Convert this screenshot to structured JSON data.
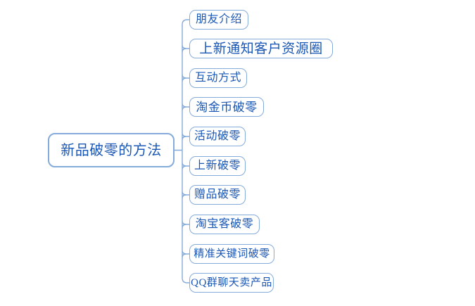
{
  "diagram": {
    "type": "mindmap",
    "root": {
      "label": "新品破零的方法"
    },
    "children": [
      {
        "label": "朋友介绍"
      },
      {
        "label": "上新通知客户资源圈"
      },
      {
        "label": "互动方式"
      },
      {
        "label": "淘金币破零"
      },
      {
        "label": "活动破零"
      },
      {
        "label": "上新破零"
      },
      {
        "label": "赠品破零"
      },
      {
        "label": "淘宝客破零"
      },
      {
        "label": "精准关键词破零"
      },
      {
        "label": "QQ群聊天卖产品"
      }
    ],
    "colors": {
      "node_border": "#85abdb",
      "node_text": "#1b57b4",
      "connector": "#85abdb",
      "background": "#ffffff"
    }
  }
}
